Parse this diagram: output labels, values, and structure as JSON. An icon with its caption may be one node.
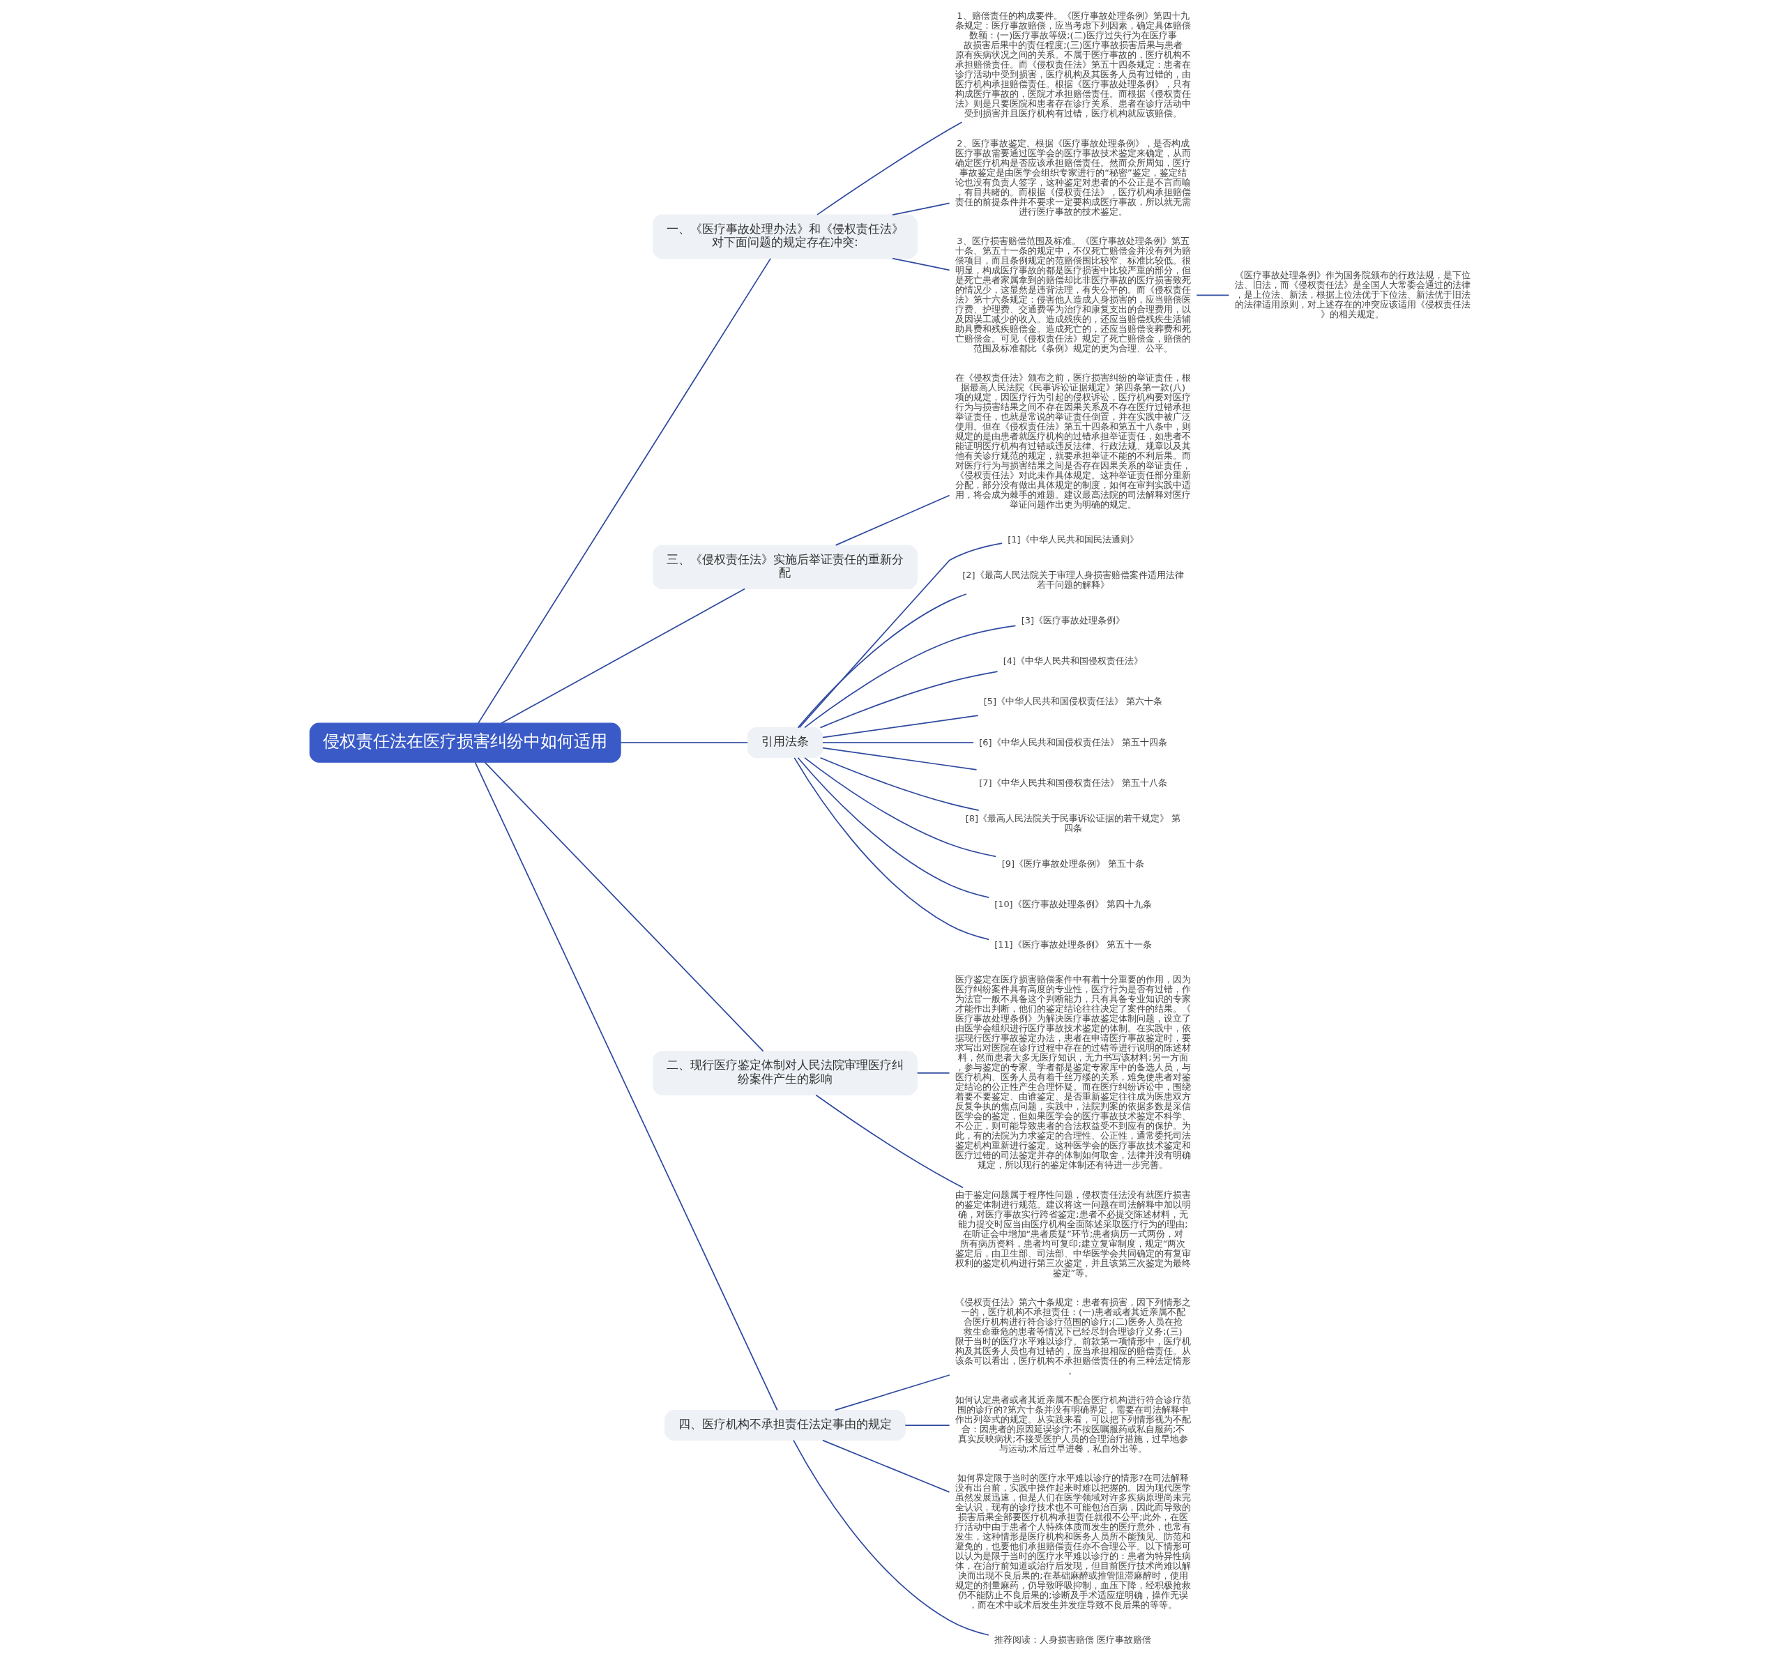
{
  "diagram": {
    "nodes": [
      {
        "text": [
          "侵权责任法在医疗损害纠纷中如何适用"
        ]
      },
      {
        "text": [
          "一、《医疗事故处理办法》和《侵权责任法》对下面问题的规定存在冲突:"
        ]
      },
      {
        "text": [
          "1、赔偿责任的构成要件。《医疗事故处理条例》第四十九条规定：医疗事故赔偿，应当考虑下列因素，确定具体赔偿数额：(一)医疗事故等级;(二)医疗过失行为在医疗事故损害后果中的责任程度;(三)医疗事故损害后果与患者原有疾病状况之间的关系。不属于医疗事故的，医疗机构不承担赔偿责任。而《侵权责任法》第五十四条规定：患者在诊疗活动中受到损害，医疗机构及其医务人员有过错的，由医疗机构承担赔偿责任。根据《医疗事故处理条例》，只有构成医疗事故的，医院才承担赔偿责任。而根据《侵权责任法》则是只要医院和患者存在诊疗关系、患者在诊疗活动中受到损害并且医疗机构有过错，医疗机构就应该赔偿。"
        ]
      },
      {
        "text": [
          "2、医疗事故鉴定。根据《医疗事故处理条例》，是否构成医疗事故需要通过医学会的医疗事故技术鉴定来确定，从而确定医疗机构是否应该承担赔偿责任。然而众所周知，医疗事故鉴定是由医学会组织专家进行的“秘密”鉴定，鉴定结论也没有负责人签字，这种鉴定对患者的不公正是不言而喻，有目共睹的。而根据《侵权责任法》，医疗机构承担赔偿责任的前提条件并不要求一定要构成医疗事故，所以就无需进行医疗事故的技术鉴定。"
        ]
      },
      {
        "text": [
          "3、医疗损害赔偿范围及标准。《医疗事故处理条例》第五十条、第五十一条的规定中，不仅死亡赔偿金并没有列为赔偿项目，而且条例规定的范赔偿围比较窄、标准比较低。很明显，构成医疗事故的都是医疗损害中比较严重的部分，但是死亡患者家属拿到的赔偿却比非医疗事故的医疗损害致死的情况少，这显然是违背法理，有失公平的。而《侵权责任法》第十六条规定：侵害他人造成人身损害的，应当赔偿医疗费、护理费、交通费等为治疗和康复支出的合理费用，以及因误工减少的收入。造成残疾的，还应当赔偿残疾生活辅助具费和残疾赔偿金。造成死亡的，还应当赔偿丧葬费和死亡赔偿金。可见《侵权责任法》规定了死亡赔偿金，赔偿的范围及标准都比《条例》规定的更为合理、公平。"
        ]
      },
      {
        "text": [
          "《医疗事故处理条例》作为国务院颁布的行政法规，是下位法、旧法，而《侵权责任法》是全国人大常委会通过的法律，是上位法、新法，根据上位法优于下位法、新法优于旧法的法律适用原则，对上述存在的冲突应该适用《侵权责任法》的相关规定。"
        ]
      },
      {
        "text": [
          "三、《侵权责任法》实施后举证责任的重新分配"
        ]
      },
      {
        "text": [
          "在《侵权责任法》颁布之前，医疗损害纠纷的举证责任，根据最高人民法院《民事诉讼证据规定》第四条第一款(八)项的规定，因医疗行为引起的侵权诉讼，医疗机构要对医疗行为与损害结果之间不存在因果关系及不存在医疗过错承担举证责任，也就是常说的举证责任倒置，并在实践中被广泛使用。但在《侵权责任法》第五十四条和第五十八条中，则规定的是由患者就医疗机构的过错承担举证责任，如患者不能证明医疗机构有过错或违反法律、行政法规、规章以及其他有关诊疗规范的规定，就要承担举证不能的不利后果。而对医疗行为与损害结果之间是否存在因果关系的举证责任，《侵权责任法》对此未作具体规定。这种举证责任部分重新分配，部分没有做出具体规定的制度，如何在审判实践中适用，将会成为棘手的难题。建议最高法院的司法解释对医疗举证问题作出更为明确的规定。"
        ]
      },
      {
        "text": [
          "引用法条"
        ]
      },
      {
        "text": [
          "[1]《中华人民共和国民法通则》"
        ]
      },
      {
        "text": [
          "[2]《最高人民法院关于审理人身损害赔偿案件适用法律若干问题的解释》"
        ]
      },
      {
        "text": [
          "[3]《医疗事故处理条例》"
        ]
      },
      {
        "text": [
          "[4]《中华人民共和国侵权责任法》"
        ]
      },
      {
        "text": [
          "[5]《中华人民共和国侵权责任法》 第六十条"
        ]
      },
      {
        "text": [
          "[6]《中华人民共和国侵权责任法》 第五十四条"
        ]
      },
      {
        "text": [
          "[7]《中华人民共和国侵权责任法》 第五十八条"
        ]
      },
      {
        "text": [
          "[8]《最高人民法院关于民事诉讼证据的若干规定》 第四条"
        ]
      },
      {
        "text": [
          "[9]《医疗事故处理条例》 第五十条"
        ]
      },
      {
        "text": [
          "[10]《医疗事故处理条例》 第四十九条"
        ]
      },
      {
        "text": [
          "[11]《医疗事故处理条例》 第五十一条"
        ]
      },
      {
        "text": [
          "二、现行医疗鉴定体制对人民法院审理医疗纠纷案件产生的影响"
        ]
      },
      {
        "text": [
          "医疗鉴定在医疗损害赔偿案件中有着十分重要的作用，因为医疗纠纷案件具有高度的专业性，医疗行为是否有过错，作为法官一般不具备这个判断能力，只有具备专业知识的专家才能作出判断，他们的鉴定结论往往决定了案件的结果。《医疗事故处理条例》为解决医疗事故鉴定体制问题，设立了由医学会组织进行医疗事故技术鉴定的体制。在实践中，依据现行医疗事故鉴定办法，患者在申请医疗事故鉴定时，要求写出对医院在诊疗过程中存在的过错等进行说明的陈述材料，然而患者大多无医疗知识，无力书写该材料;另一方面，参与鉴定的专家、学者都是鉴定专家库中的备选人员，与医疗机构、医务人员有着千丝万缕的关系，难免使患者对鉴定结论的公正性产生合理怀疑。而在医疗纠纷诉讼中，围绕着要不要鉴定、由谁鉴定、是否重新鉴定往往成为医患双方反复争执的焦点问题，实践中，法院判案的依据多数是采信医学会的鉴定，但如果医学会的医疗事故技术鉴定不科学、不公正，则可能导致患者的合法权益受不到应有的保护。为此，有的法院为力求鉴定的合理性、公正性，通常委托司法鉴定机构重新进行鉴定。这种医学会的医疗事故技术鉴定和医疗过错的司法鉴定并存的体制如何取舍，法律并没有明确规定，所以现行的鉴定体制还有待进一步完善。"
        ]
      },
      {
        "text": [
          "由于鉴定问题属于程序性问题，侵权责任法没有就医疗损害的鉴定体制进行规范。建议将这一问题在司法解释中加以明确，对医疗事故实行跨省鉴定;患者不必提交陈述材料，无能力提交时应当由医疗机构全面陈述采取医疗行为的理由;在听证会中增加“患者质疑”环节;患者病历一式两份，对所有病历资料，患者均可复印;建立复审制度，规定“两次鉴定后，由卫生部、司法部、中华医学会共同确定的有复审权利的鉴定机构进行第三次鉴定，并且该第三次鉴定为最终鉴定”等。"
        ]
      },
      {
        "text": [
          "四、医疗机构不承担责任法定事由的规定"
        ]
      },
      {
        "text": [
          "《侵权责任法》第六十条规定：患者有损害，因下列情形之一的，医疗机构不承担责任：(一)患者或者其近亲属不配合医疗机构进行符合诊疗范围的诊疗;(二)医务人员在抢救生命垂危的患者等情况下已经尽到合理诊疗义务;(三)限于当时的医疗水平难以诊疗。前款第一项情形中，医疗机构及其医务人员也有过错的，应当承担相应的赔偿责任。从该条可以看出，医疗机构不承担赔偿责任的有三种法定情形。"
        ]
      },
      {
        "text": [
          "如何认定患者或者其近亲属不配合医疗机构进行符合诊疗范围的诊疗的?第六十条并没有明确界定，需要在司法解释中作出列举式的规定。从实践来看，可以把下列情形视为不配合：因患者的原因延误诊疗;不按医嘱服药或私自服药;不真实反映病状;不接受医护人员的合理治疗措施，过早地参与运动;术后过早进餐，私自外出等。"
        ]
      },
      {
        "text": [
          "如何界定限于当时的医疗水平难以诊疗的情形?在司法解释没有出台前，实践中操作起来时难以把握的。因为现代医学虽然发展迅速，但是人们在医学领域对许多疾病原理尚未完全认识，现有的诊疗技术也不可能包治百病，因此而导致的损害后果全部要医疗机构承担责任就很不公平;此外，在医疗活动中由于患者个人特殊体质而发生的医疗意外，也常有发生，这种情形是医疗机构和医务人员所不能预见、防范和避免的，也要他们承担赔偿责任亦不合理公平。以下情形可以认为是限于当时的医疗水平难以诊疗的：患者为特异性病体，在治疗前知道或治疗后发现，但目前医疗技术尚难以解决而出现不良后果的;在基础麻醉或推管阻滞麻醉时，使用规定的剂量麻药，仍导致呼吸抑制，血压下降，经积极抢救仍不能防止不良后果的;诊断及手术适应症明确，操作无误，而在术中或术后发生并发症导致不良后果的等等。"
        ]
      },
      {
        "text": [
          "推荐阅读：人身损害赔偿 医疗事故赔偿"
        ]
      }
    ],
    "edges": [
      {
        "from": 0,
        "to": 1,
        "arrow": "none"
      },
      {
        "from": 1,
        "to": 2,
        "arrow": "none"
      },
      {
        "from": 1,
        "to": 3,
        "arrow": "none"
      },
      {
        "from": 1,
        "to": 4,
        "arrow": "none"
      },
      {
        "from": 4,
        "to": 5,
        "arrow": "none"
      },
      {
        "from": 0,
        "to": 6,
        "arrow": "none"
      },
      {
        "from": 6,
        "to": 7,
        "arrow": "none"
      },
      {
        "from": 0,
        "to": 8,
        "arrow": "none"
      },
      {
        "from": 8,
        "to": 9,
        "arrow": "none"
      },
      {
        "from": 8,
        "to": 10,
        "arrow": "none"
      },
      {
        "from": 8,
        "to": 11,
        "arrow": "none"
      },
      {
        "from": 8,
        "to": 12,
        "arrow": "none"
      },
      {
        "from": 8,
        "to": 13,
        "arrow": "none"
      },
      {
        "from": 8,
        "to": 14,
        "arrow": "none"
      },
      {
        "from": 8,
        "to": 15,
        "arrow": "none"
      },
      {
        "from": 8,
        "to": 16,
        "arrow": "none"
      },
      {
        "from": 8,
        "to": 17,
        "arrow": "none"
      },
      {
        "from": 8,
        "to": 18,
        "arrow": "none"
      },
      {
        "from": 8,
        "to": 19,
        "arrow": "none"
      },
      {
        "from": 0,
        "to": 20,
        "arrow": "none"
      },
      {
        "from": 20,
        "to": 21,
        "arrow": "none"
      },
      {
        "from": 20,
        "to": 22,
        "arrow": "none"
      },
      {
        "from": 0,
        "to": 23,
        "arrow": "none"
      },
      {
        "from": 23,
        "to": 24,
        "arrow": "none"
      },
      {
        "from": 23,
        "to": 25,
        "arrow": "none"
      },
      {
        "from": 23,
        "to": 26,
        "arrow": "none"
      },
      {
        "from": 23,
        "to": 27,
        "arrow": "none"
      }
    ]
  }
}
